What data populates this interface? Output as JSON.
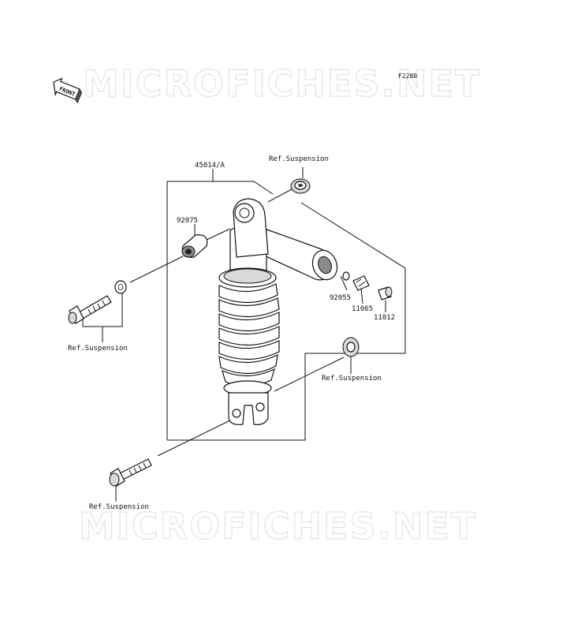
{
  "diagram": {
    "watermark_top": "MICROFICHES.NET",
    "watermark_bottom": "MICROFICHES.NET",
    "figure_code": "F2280",
    "front_label": "FRONT",
    "labels": {
      "shock_assembly": "45014/A",
      "ref_suspension_top": "Ref.Suspension",
      "collar": "92075",
      "ref_suspension_left": "Ref.Suspension",
      "oring": "92055",
      "valve": "11065",
      "cap": "11012",
      "ref_suspension_right": "Ref.Suspension",
      "ref_suspension_bottom": "Ref.Suspension"
    }
  }
}
